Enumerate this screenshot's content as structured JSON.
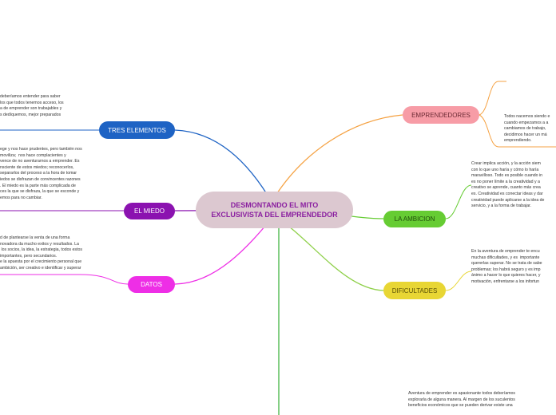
{
  "colors": {
    "central": "#dcc8d0",
    "emprendedores": "#f79ca6",
    "ambicion": "#66cc33",
    "dificultades": "#e8d634",
    "tres_elementos": "#1e63c4",
    "miedo": "#8b12b0",
    "datos": "#ee2ee6",
    "bottom_branch": "#44b544"
  },
  "central_topic": {
    "line1": "DESMONTANDO EL MITO",
    "line2": "EXCLUSIVISTA DEL EMPRENDEDOR"
  },
  "topics": {
    "emprendedores": "EMPRENDEDORES",
    "ambicion": "LA AMBICION",
    "dificultades": "DIFICULTADES",
    "tres_elementos": "TRES ELEMENTOS",
    "miedo": "EL MIEDO",
    "datos": "DATOS"
  },
  "notes": {
    "tres_elementos": "deberíamos entender para saber\nlos que todos tenemos acceso, los\na de emprender son trabajables y\ns dedíquemos, mejor preparados",
    "miedo": "ege y nos hace prudentes, pero también nos\nmoviliza;  nos hace complacientes y\nvence de no aventurarnos a emprender. Es\nnsciente de estos miedos; reconocerlos,\nsepararlos del proceso a la hora de tomar\niedos se disfrazan de convincentes razones\n. El miedo es la parte más complicada de\nces la que se disfraza, la que se esconde y\nemos para no cambiar.",
    "datos": "d de plantearse la venta de una forma\nnovadora da mucho exitos y resultados. La\n los socios, la idea, la estrategia, todos estos\nimportantes, pero secundarios.\ne la apuesta por el crecimiento personal que\nambición, ser creativo e identificar y superar",
    "emprendedores": "Todos nacemos siendo e\ncuando empezamos a a\ncambiamos de trabajo,\ndecidimos hacer un má\nemprendiendo.",
    "ambicion": "Crear implica acción, y la acción siem\ncon lo que uno haría y cómo lo haría\nmaravilloso. Todo es posible cuando in\nes no poner límite a la creatividad y a\ncreativo se aprende, cuanto más crea\nes. Creatividad es conectar ideas y dar\ncreatividad puede aplicarse a la idea de\nservicio, y a la forma de trabajar.",
    "dificultades": "En la aventura de emprender te encu\nmuchas dificultades, y es  importante\nquererlas superar. No se trata de sabe\nproblemas; los habrá seguro y es imp\nánimo a hacer lo que quieres hacer, y\nmotivación, enfrentarse a los infortun",
    "bottom": "Aventura de emprender es apasionante todos deberíamos\nexplorarla de alguna manera. Al margen de los suculentos\nbeneficios económicos que se pueden derivar existe una"
  }
}
